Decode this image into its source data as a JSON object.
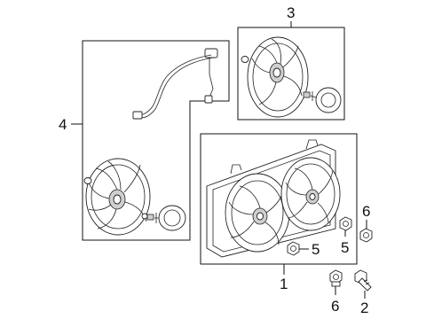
{
  "diagram": {
    "callouts": [
      {
        "id": "1",
        "label": "1"
      },
      {
        "id": "2",
        "label": "2"
      },
      {
        "id": "3",
        "label": "3"
      },
      {
        "id": "4",
        "label": "4"
      },
      {
        "id": "5a",
        "label": "5"
      },
      {
        "id": "5b",
        "label": "5"
      },
      {
        "id": "6a",
        "label": "6"
      },
      {
        "id": "6b",
        "label": "6"
      }
    ],
    "colors": {
      "line": "#111111",
      "shade": "#cfcfcf",
      "background": "#ffffff"
    }
  }
}
